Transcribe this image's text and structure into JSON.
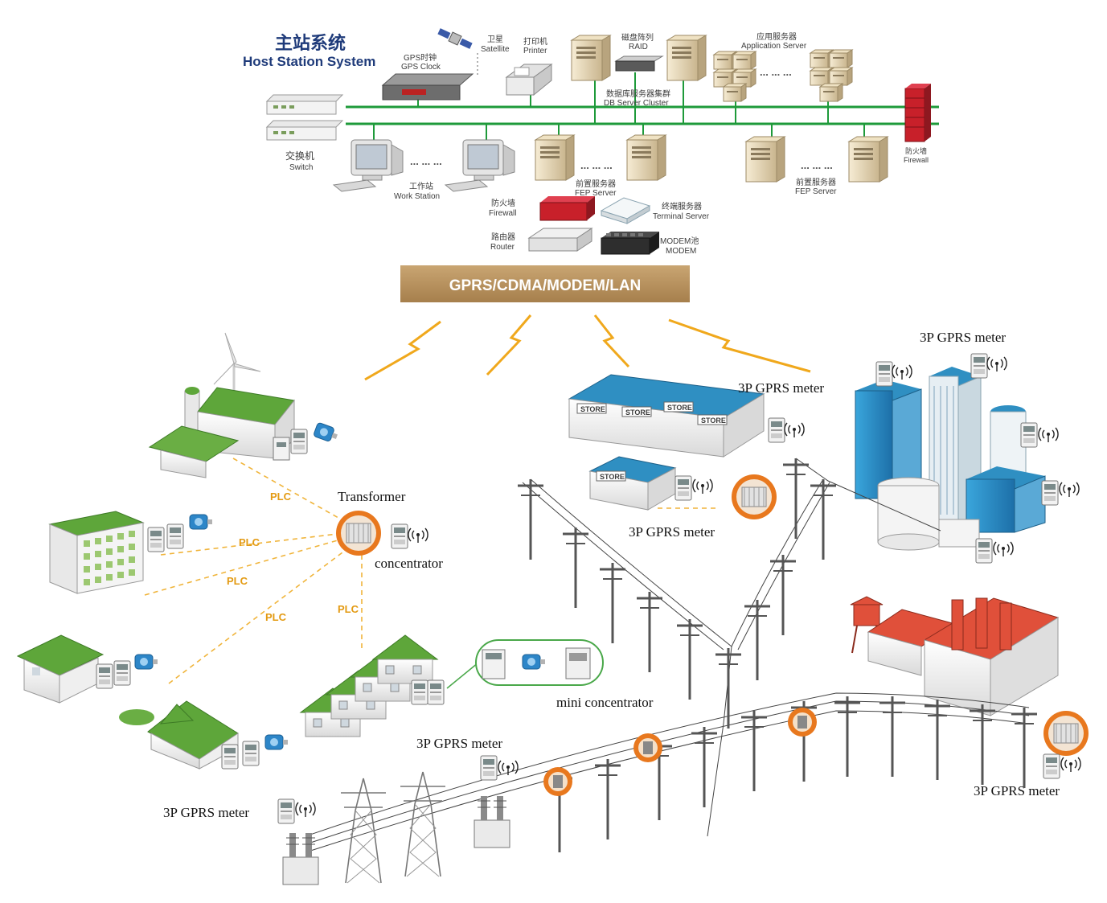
{
  "host": {
    "title_cn": "主站系统",
    "title_en": "Host Station System",
    "gps_cn": "GPS时钟",
    "gps_en": "GPS Clock",
    "satellite_cn": "卫星",
    "satellite_en": "Satellite",
    "printer_cn": "打印机",
    "printer_en": "Printer",
    "raid_cn": "磁盘阵列",
    "raid_en": "RAID",
    "db_cn": "数据库服务器集群",
    "db_en": "DB Server Cluster",
    "app_cn": "应用服务器",
    "app_en": "Application Server",
    "switch_cn": "交换机",
    "switch_en": "Switch",
    "workstation_cn": "工作站",
    "workstation_en": "Work Station",
    "firewall_cn": "防火墙",
    "firewall_en": "Firewall",
    "firewall_right_cn": "防火墙",
    "firewall_right_en": "Firewall",
    "fep_cn": "前置服务器",
    "fep_en": "FEP Server",
    "fep_right_cn": "前置服务器",
    "fep_right_en": "FEP Server",
    "terminal_cn": "终端服务器",
    "terminal_en": "Terminal Server",
    "router_cn": "路由器",
    "router_en": "Router",
    "modem_cn": "MODEM池",
    "modem_en": "MODEM",
    "ellipsis": "... ... ..."
  },
  "network_bar": "GPRS/CDMA/MODEM/LAN",
  "field": {
    "transformer": "Transformer",
    "concentrator": "concentrator",
    "mini_concentrator": "mini concentrator",
    "meter": "3P GPRS meter",
    "plc": "PLC",
    "store": "STORE"
  },
  "colors": {
    "bar_fill": "#b99361",
    "bus_green": "#1e9a3a",
    "lightning": "#f0a81c",
    "plc_line": "#f0b43a",
    "roof_green": "#5ea63a",
    "roof_blue": "#2f8fc2",
    "roof_red": "#e0503a",
    "firewall_red": "#c8202a",
    "badge_orange": "#e8781e"
  }
}
